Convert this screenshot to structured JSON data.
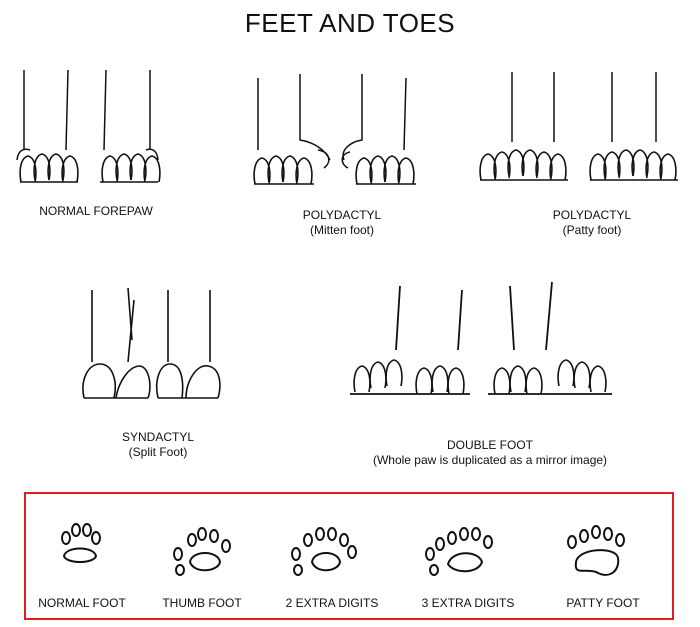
{
  "title": "FEET AND TOES",
  "paws": {
    "normal_forepaw": {
      "label": "NORMAL FOREPAW"
    },
    "polydactyl_mitten": {
      "label": "POLYDACTYL",
      "sub": "(Mitten foot)"
    },
    "polydactyl_patty": {
      "label": "POLYDACTYL",
      "sub": "(Patty foot)"
    },
    "syndactyl": {
      "label": "SYNDACTYL",
      "sub": "(Split Foot)"
    },
    "double_foot": {
      "label": "DOUBLE FOOT",
      "sub": "(Whole paw is duplicated as a mirror image)"
    }
  },
  "prints": [
    {
      "label": "NORMAL FOOT"
    },
    {
      "label": "THUMB FOOT"
    },
    {
      "label": "2 EXTRA DIGITS"
    },
    {
      "label": "3 EXTRA DIGITS"
    },
    {
      "label": "PATTY FOOT"
    }
  ],
  "colors": {
    "frame": "#e02020",
    "ink": "#111111"
  }
}
